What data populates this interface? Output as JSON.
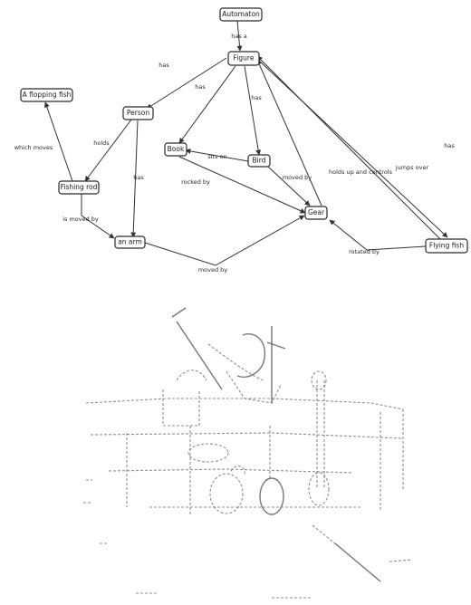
{
  "concept_map": {
    "nodes": {
      "automaton": "Automaton",
      "figure": "Figure",
      "person": "Person",
      "fishing_rod": "Fishing rod",
      "flopping_fish": "A flopping fish",
      "book": "Book",
      "bird": "Bird",
      "arm": "an arm",
      "gear": "Gear",
      "flying_fish": "Flying fish"
    },
    "edges": {
      "automaton_figure": "has a",
      "figure_person": "has",
      "figure_book": "has",
      "figure_bird": "has",
      "figure_flying_fish": "has",
      "person_fishing_rod": "holds",
      "person_arm": "has",
      "fishing_rod_flopping_fish": "which moves",
      "fishing_rod_arm": "is moved by",
      "bird_book": "sits on",
      "book_gear": "rocked by",
      "bird_gear": "moved by",
      "gear_figure": "holds up and controls",
      "flying_fish_figure": "jumps over",
      "arm_gear": "moved by",
      "gear_flying_fish": "rotated by"
    }
  },
  "colors": {
    "ink": "#2a2a2a",
    "sketch": "#6b6b6b",
    "background": "#ffffff"
  }
}
